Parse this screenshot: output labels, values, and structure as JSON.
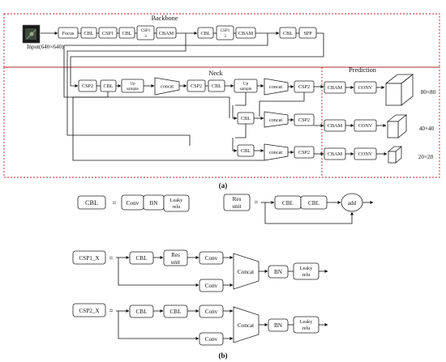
{
  "panel_a": {
    "input_label": "Input(640×640)",
    "backbone_title": "Backbone",
    "neck_title": "Neck",
    "prediction_title": "Prediction",
    "backbone_blocks": [
      "Focus",
      "CBL",
      "CSP1",
      "CBL",
      "CSP1",
      "CBAM",
      "CBL",
      "CSP1",
      "CBAM",
      "CBL",
      "SPP"
    ],
    "backbone_sub": [
      "3",
      "3"
    ],
    "neck_labels": {
      "csp2": "CSP2",
      "cbl": "CBL",
      "upsample_1": "Up",
      "upsample_2": "sample",
      "concat": "concat",
      "cbam": "CBAM",
      "conv": "CONV"
    },
    "scales": [
      "80×80",
      "40×40",
      "20×20"
    ],
    "caption": "(a)"
  },
  "panel_b": {
    "cbl_def": {
      "name": "CBL",
      "parts": [
        "Conv",
        "BN",
        "Leaky",
        "relu"
      ]
    },
    "res_unit": {
      "name_1": "Res",
      "name_2": "unit",
      "parts": [
        "CBL",
        "CBL"
      ],
      "add": "add"
    },
    "csp1": {
      "name": "CSP1_X",
      "top": [
        "CBL",
        "Res",
        "unit",
        "Conv"
      ],
      "bottom": "Conv",
      "concat": "Concat",
      "bn": "BN",
      "act_1": "Leaky",
      "act_2": "relu"
    },
    "csp2": {
      "name": "CSP2_X",
      "top": [
        "CBL",
        "CBL",
        "Conv"
      ],
      "bottom": "Conv",
      "concat": "Concat",
      "bn": "BN",
      "act_1": "Leaky",
      "act_2": "relu"
    },
    "equals": "=",
    "caption": "(b)"
  }
}
